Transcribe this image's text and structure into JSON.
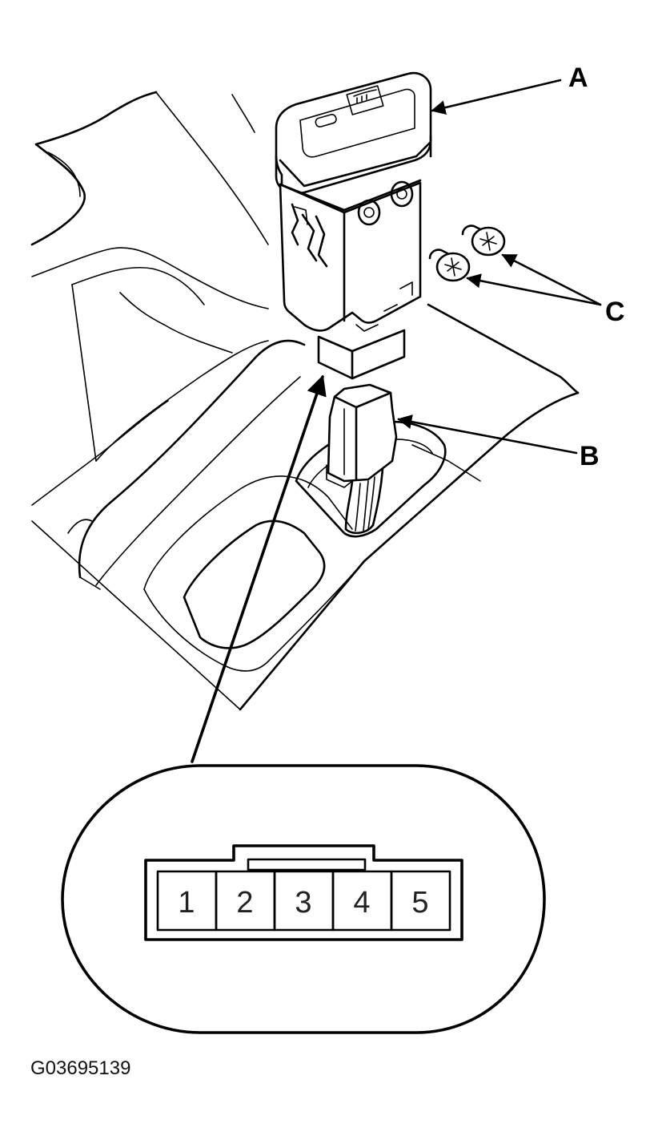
{
  "callouts": {
    "a": "A",
    "b": "B",
    "c": "C"
  },
  "connector_pins": [
    "1",
    "2",
    "3",
    "4",
    "5"
  ],
  "figure_id": "G03695139",
  "icons": {
    "switch_symbol": "rear-defroster-symbol"
  }
}
